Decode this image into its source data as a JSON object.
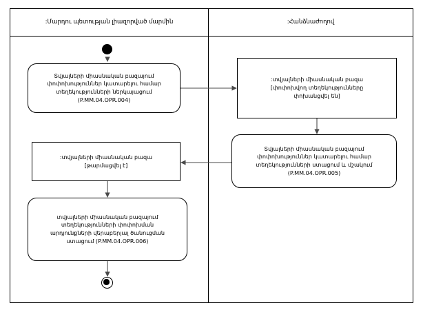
{
  "diagram": {
    "title": "UML activity diagram with two swimlanes",
    "line_color": "#4a4a4a",
    "border_color": "#000000",
    "background": "#ffffff"
  },
  "lanes": [
    {
      "id": "left",
      "label": ":Մարդու պետության լիազորված մարմին"
    },
    {
      "id": "right",
      "label": ":Հանձնաժողով"
    }
  ],
  "nodes": {
    "start": {
      "type": "initial-node",
      "name": "start-node"
    },
    "activity_004": {
      "type": "activity",
      "text": "Տվյալների միասնական բազայում\nփոփոխություններ կատարելու համար\nտեղեկությունների ներկայացում\n(P.MM.04.OPR.004)",
      "code": "P.MM.04.OPR.004"
    },
    "object_transferred": {
      "type": "object-node",
      "text": ":տվյալների միասնական բազա\n[փոփոխվող տեղեկությունները\nփոխանցվել են]"
    },
    "activity_005": {
      "type": "activity",
      "text": "Տվյալների միասնական բազայում\nփոփոխություններ կատարելու համար\nտեղեկությունների ստացում և մշակում\n(P.MM.04.OPR.005)",
      "code": "P.MM.04.OPR.005"
    },
    "object_updated": {
      "type": "object-node",
      "text": ":տվյալների միասնական բազա\n[թարմացվել է]"
    },
    "activity_006": {
      "type": "activity",
      "text": "տվյալների միասնական բազայում\nտեղեկությունների փոփոխման\nարդյունքների վերաբերյալ ծանուցման\nստացում (P.MM.04.OPR.006)",
      "code": "P.MM.04.OPR.006"
    },
    "end": {
      "type": "final-node",
      "name": "end-node"
    }
  }
}
